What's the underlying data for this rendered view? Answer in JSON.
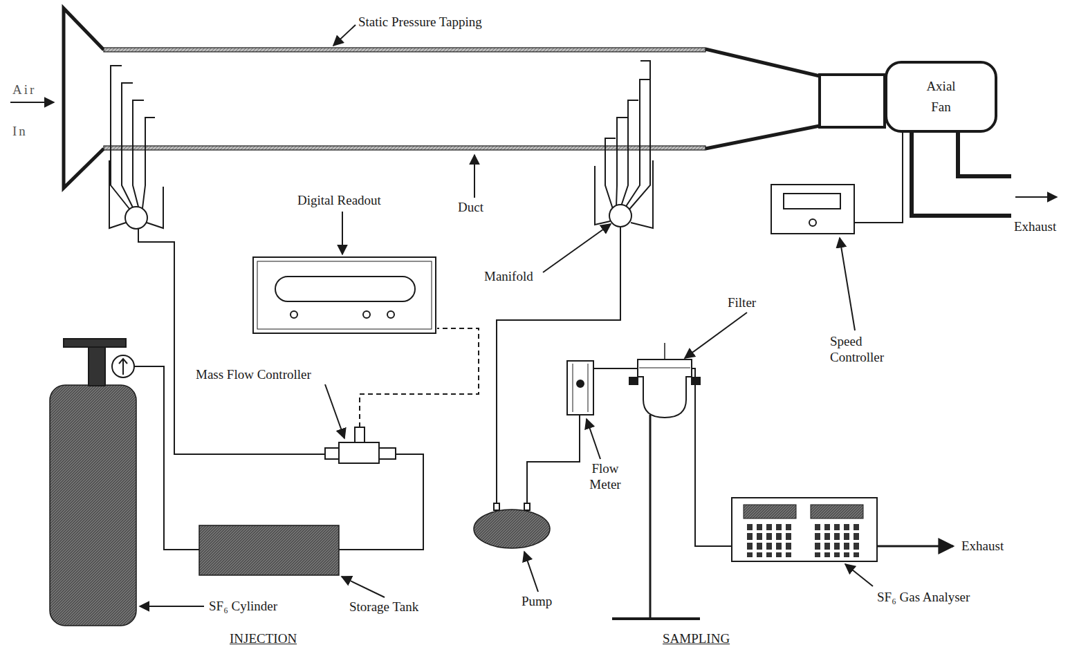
{
  "diagram": {
    "nodes": [
      {
        "text": [
          "Axial Fan"
        ]
      }
    ],
    "labels": [
      "Static Pressure Tapping",
      "Air In",
      "Duct",
      "Exhaust",
      "Digital Readout",
      "Manifold",
      "Filter",
      "Speed Controller",
      "Mass Flow Controller",
      "Flow Meter",
      "Exhaust",
      "SF₆ Cylinder",
      "Storage Tank",
      "Pump",
      "SF₆ Gas Analyser",
      "INJECTION",
      "SAMPLING"
    ]
  }
}
